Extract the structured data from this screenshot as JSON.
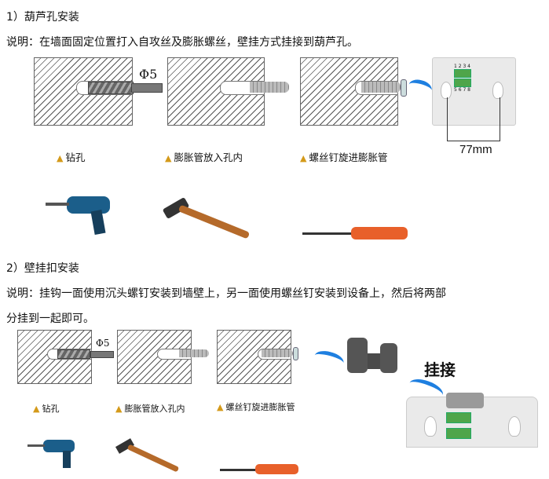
{
  "section1": {
    "title": "1）葫芦孔安装",
    "desc": "说明：在墙面固定位置打入自攻丝及膨胀螺丝，壁挂方式挂接到葫芦孔。",
    "diameter": "Φ5",
    "steps": [
      "钻孔",
      "膨胀管放入孔内",
      "螺丝钉旋进膨胀管"
    ],
    "dimension": "77mm",
    "terminal_top": "1 2 3 4",
    "terminal_bottom": "5 6 7 8"
  },
  "section2": {
    "title": "2）壁挂扣安装",
    "desc_line1": "说明：挂钩一面使用沉头螺钉安装到墙壁上，另一面使用螺丝钉安装到设备上，然后将两部",
    "desc_line2": "分挂到一起即可。",
    "diameter": "Φ5",
    "steps": [
      "钻孔",
      "膨胀管放入孔内",
      "螺丝钉旋进膨胀管"
    ],
    "hook_label": "挂接"
  },
  "colors": {
    "arrow": "#1e7fe0",
    "triangle": "#d49a1a",
    "terminal": "#4fa54a",
    "screwdriver": "#e8602a",
    "drill": "#1b5e8a"
  }
}
